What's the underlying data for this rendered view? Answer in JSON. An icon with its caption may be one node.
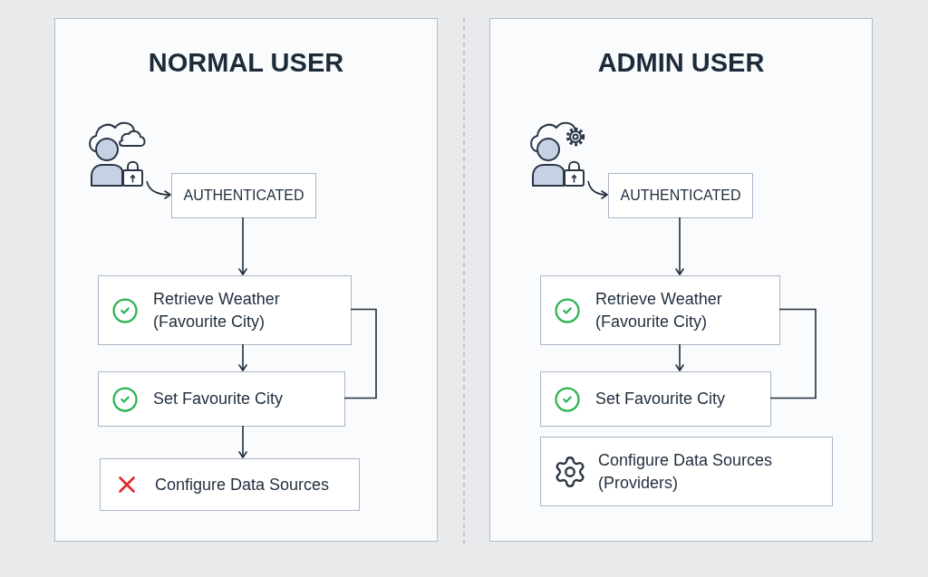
{
  "diagram": {
    "nodes": [
      {
        "text": [
          "NORMAL USER"
        ]
      },
      {
        "text": [],
        "shape": "person",
        "in": 0
      },
      {
        "text": [
          "AUTHENTICATED"
        ],
        "in": 0
      },
      {
        "text": [
          "Retrieve Weather (Favourite City)"
        ],
        "in": 0
      },
      {
        "text": [
          "Set Favourite City"
        ],
        "in": 0
      },
      {
        "text": [
          "Configure Data Sources"
        ],
        "in": 0
      },
      {
        "text": [
          "ADMIN USER"
        ]
      },
      {
        "text": [],
        "shape": "person",
        "in": 6
      },
      {
        "text": [
          "AUTHENTICATED"
        ],
        "in": 6
      },
      {
        "text": [
          "Retrieve Weather (Favourite City)"
        ],
        "in": 6
      },
      {
        "text": [
          "Set Favourite City"
        ],
        "in": 6
      },
      {
        "text": [
          "Configure Data Sources (Providers)"
        ],
        "in": 6
      }
    ],
    "edges": [
      {
        "from": 1,
        "to": 2,
        "arrow": "to"
      },
      {
        "from": 2,
        "to": 3,
        "arrow": "to"
      },
      {
        "from": 3,
        "to": 4,
        "arrow": "to"
      },
      {
        "from": 4,
        "to": 5,
        "arrow": "to"
      },
      {
        "from": 3,
        "to": 4,
        "arrow": "none"
      },
      {
        "from": 7,
        "to": 8,
        "arrow": "to"
      },
      {
        "from": 8,
        "to": 9,
        "arrow": "to"
      },
      {
        "from": 9,
        "to": 10,
        "arrow": "to"
      },
      {
        "from": 9,
        "to": 10,
        "arrow": "none"
      }
    ]
  }
}
